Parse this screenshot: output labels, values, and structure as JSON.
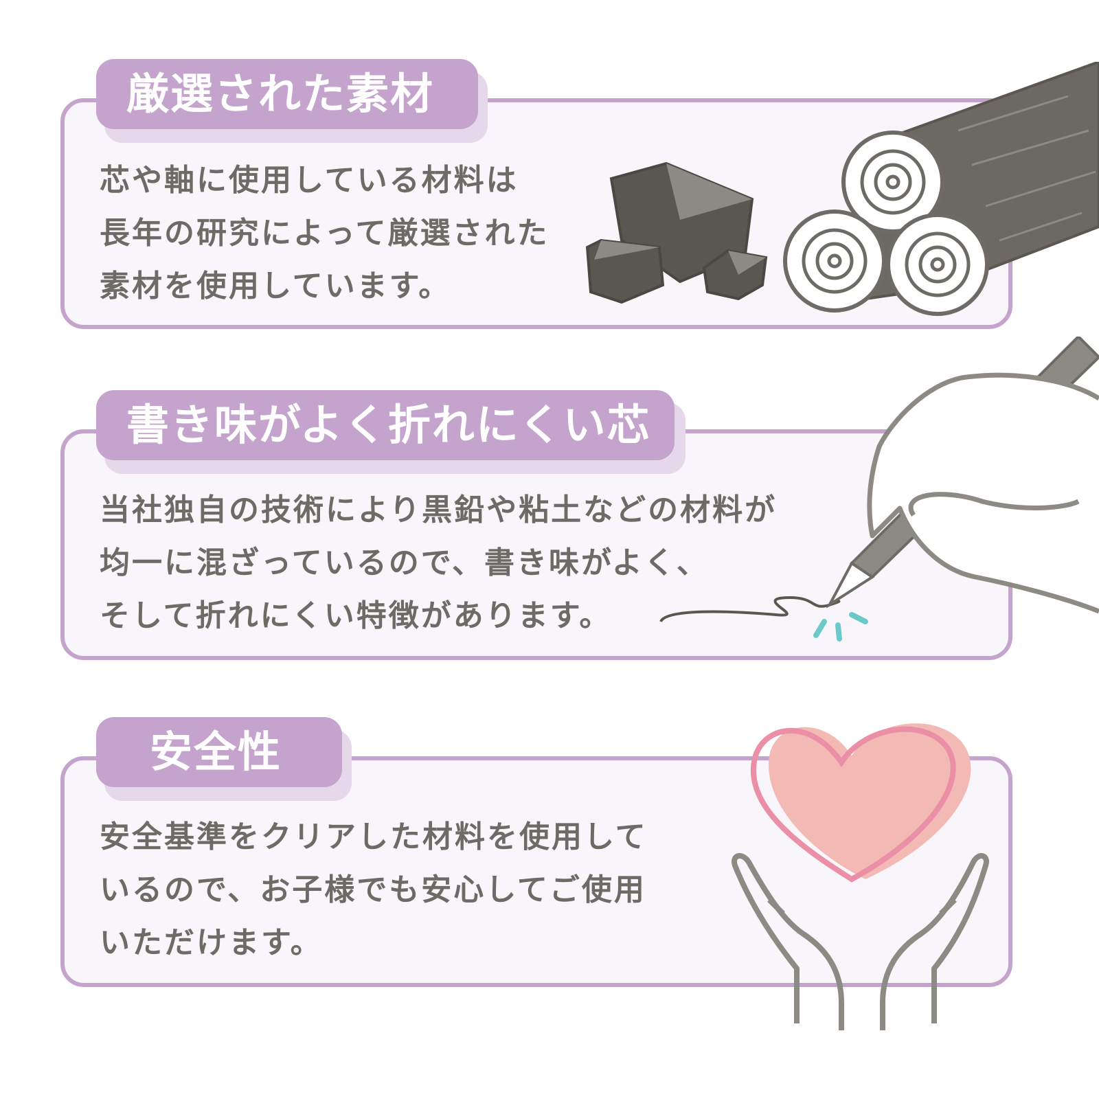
{
  "sections": [
    {
      "title": "厳選された素材",
      "lines": [
        "芯や軸に使用している材料は",
        "長年の研究によって厳選された",
        "素材を使用しています。"
      ],
      "illustration": "graphite-and-logs-icon"
    },
    {
      "title": "書き味がよく折れにくい芯",
      "lines": [
        "当社独自の技術により黒鉛や粘土などの材料が",
        "均一に混ざっているので、書き味がよく、",
        "そして折れにくい特徴があります。"
      ],
      "illustration": "hand-writing-pencil-icon"
    },
    {
      "title": "安全性",
      "lines": [
        "安全基準をクリアした材料を使用して",
        "いるので、お子様でも安心してご使用",
        "いただけます。"
      ],
      "illustration": "hands-holding-heart-icon"
    }
  ],
  "colors": {
    "accent": "#c4a3cc",
    "accent_light": "#e6d8ea",
    "card_bg": "#f8f6fb",
    "text": "#6e6b66",
    "illustration_gray": "#5a5750",
    "heart_pink": "#f3b9b4",
    "heart_outline": "#eb8fa6",
    "spark_teal": "#6cc9c9"
  }
}
